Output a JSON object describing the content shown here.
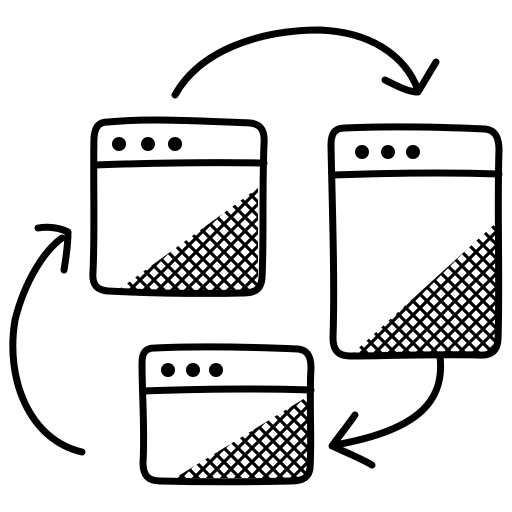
{
  "icon": {
    "name": "browser-windows-cycle-icon",
    "stroke_color": "#000000",
    "background_color": "#ffffff",
    "windows": [
      {
        "name": "browser-window-top-left",
        "dots": 3,
        "hatched_corner": "bottom-right"
      },
      {
        "name": "browser-window-right",
        "dots": 3,
        "hatched_corner": "bottom-right"
      },
      {
        "name": "browser-window-bottom",
        "dots": 3,
        "hatched_corner": "bottom-right"
      }
    ],
    "arrows": [
      {
        "name": "arrow-top-left-to-right",
        "direction": "clockwise"
      },
      {
        "name": "arrow-right-to-bottom",
        "direction": "clockwise"
      },
      {
        "name": "arrow-bottom-to-top-left",
        "direction": "clockwise"
      }
    ]
  }
}
